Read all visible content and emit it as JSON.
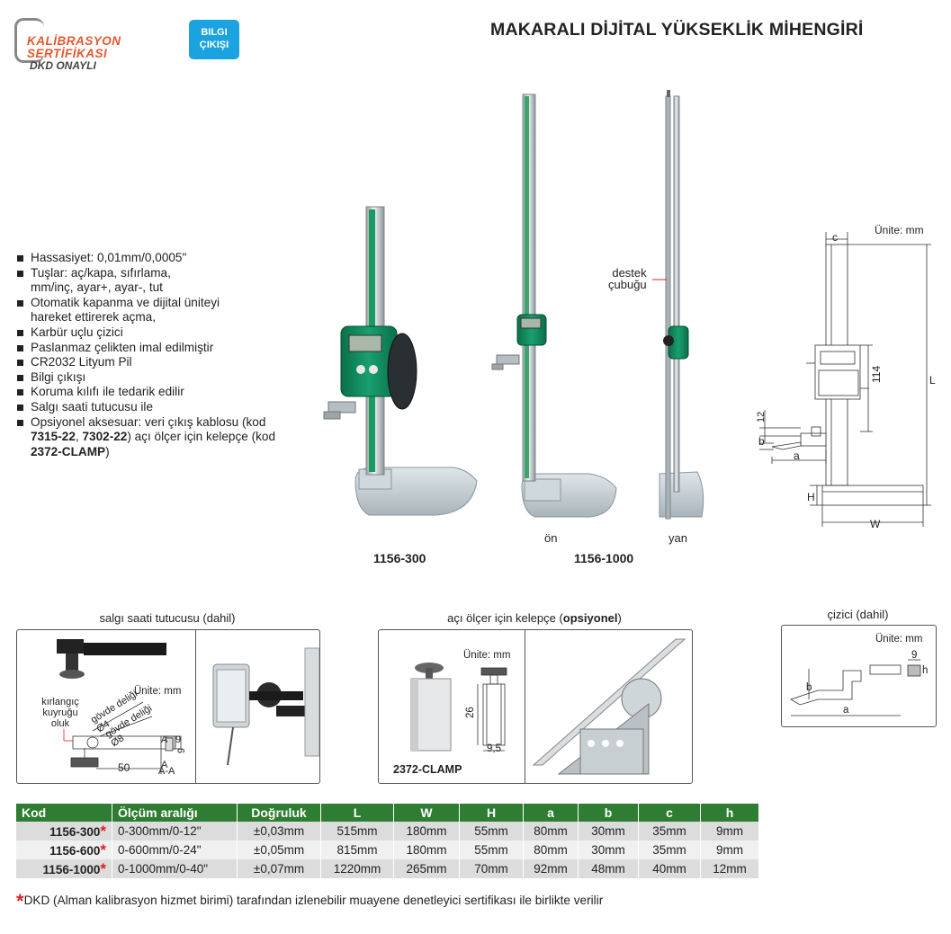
{
  "header": {
    "logo_line1": "KALİBRASYON",
    "logo_line2": "SERTİFİKASI",
    "logo_line3": "DKD ONAYLI",
    "badge_line1": "BILGI",
    "badge_line2": "ÇIKIŞI",
    "title": "MAKARALI DİJİTAL YÜKSEKLİK MİHENGİRİ"
  },
  "features": [
    "Hassasiyet: 0,01mm/0,0005\"",
    "Tuşlar: aç/kapa, sıfırlama, mm/inç, ayar+, ayar-, tut",
    "Otomatik kapanma ve dijital üniteyi hareket ettirerek açma,",
    "Karbür uçlu çizici",
    "Paslanmaz çelikten imal edilmiştir",
    "CR2032 Lityum Pil",
    "Bilgi çıkışı",
    "Koruma kılıfı ile tedarik edilir",
    "Salgı saati tutucusu ile"
  ],
  "feature_optional": {
    "prefix": "Opsiyonel aksesuar: veri çıkış kablosu (kod ",
    "code1": "7315-22",
    "sep": ", ",
    "code2": "7302-22",
    "mid": ") açı ölçer için kelepçe (kod ",
    "code3": "2372-CLAMP",
    "suffix": ")"
  },
  "products": {
    "model_a": "1156-300",
    "model_b": "1156-1000",
    "view_front": "ön",
    "view_side": "yan",
    "support_rod_line1": "destek",
    "support_rod_line2": "çubuğu"
  },
  "dimension_drawing": {
    "unit": "Ünite: mm",
    "labels": {
      "c": "c",
      "L": "L",
      "h114": "114",
      "d12": "12",
      "b": "b",
      "a": "a",
      "H": "H",
      "W": "W"
    }
  },
  "accessories": {
    "dial_holder": {
      "caption": "salgı saati tutucusu (dahil)",
      "unit": "Ünite: mm",
      "label_slot": "kırlangıç kuyruğu oluk",
      "label_bore4": "gövde deliği Ø4",
      "label_bore8": "gövde deliği Ø8",
      "dim_9a": "9",
      "dim_9b": "9",
      "dim_50": "50",
      "sec_a1": "A",
      "sec_a2": "A",
      "sec_aa": "A-A"
    },
    "clamp": {
      "caption_prefix": "açı ölçer için kelepçe (",
      "caption_bold": "opsiyonel",
      "caption_suffix": ")",
      "unit": "Ünite: mm",
      "dim_26": "26",
      "dim_95": "9,5",
      "code": "2372-CLAMP"
    },
    "scriber": {
      "caption": "çizici (dahil)",
      "unit": "Ünite: mm",
      "dim_9": "9",
      "dim_h": "h",
      "dim_b": "b",
      "dim_a": "a"
    }
  },
  "table": {
    "headers": [
      "Kod",
      "Ölçüm aralığı",
      "Doğruluk",
      "L",
      "W",
      "H",
      "a",
      "b",
      "c",
      "h"
    ],
    "rows": [
      [
        "1156-300",
        "0-300mm/0-12\"",
        "±0,03mm",
        "515mm",
        "180mm",
        "55mm",
        "80mm",
        "30mm",
        "35mm",
        "9mm"
      ],
      [
        "1156-600",
        "0-600mm/0-24\"",
        "±0,05mm",
        "815mm",
        "180mm",
        "55mm",
        "80mm",
        "30mm",
        "35mm",
        "9mm"
      ],
      [
        "1156-1000",
        "0-1000mm/0-40\"",
        "±0,07mm",
        "1220mm",
        "265mm",
        "70mm",
        "92mm",
        "48mm",
        "40mm",
        "12mm"
      ]
    ],
    "star": "*"
  },
  "footnote": {
    "star": "*",
    "text": "DKD (Alman kalibrasyon hizmet birimi) tarafından izlenebilir muayene denetleyici sertifikası ile birlikte verilir"
  },
  "colors": {
    "table_header": "#2e7d32",
    "accent_orange": "#e4572e",
    "badge_blue": "#1ba3e0",
    "gauge_green": "#0f8a5f",
    "asterisk_red": "#e02020"
  }
}
